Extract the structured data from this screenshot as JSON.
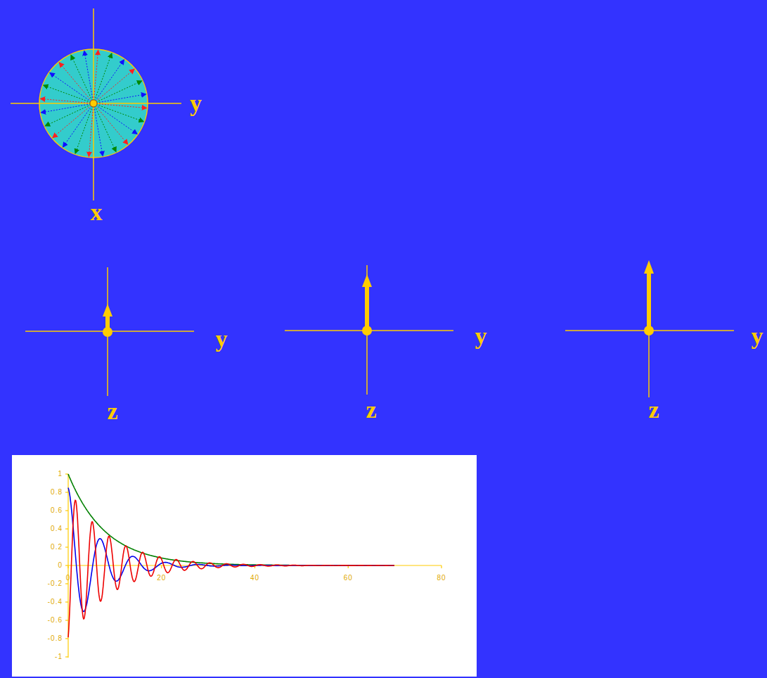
{
  "diagram": {
    "labels": [
      "y",
      "x",
      "y",
      "z",
      "y",
      "z",
      "y",
      "z",
      "1",
      "0.8",
      "0.6",
      "0.4",
      "0.2",
      "0",
      "-0.2",
      "-0.4",
      "-0.6",
      "-0.8",
      "-1",
      "0",
      "20",
      "40",
      "60",
      "80"
    ]
  }
}
